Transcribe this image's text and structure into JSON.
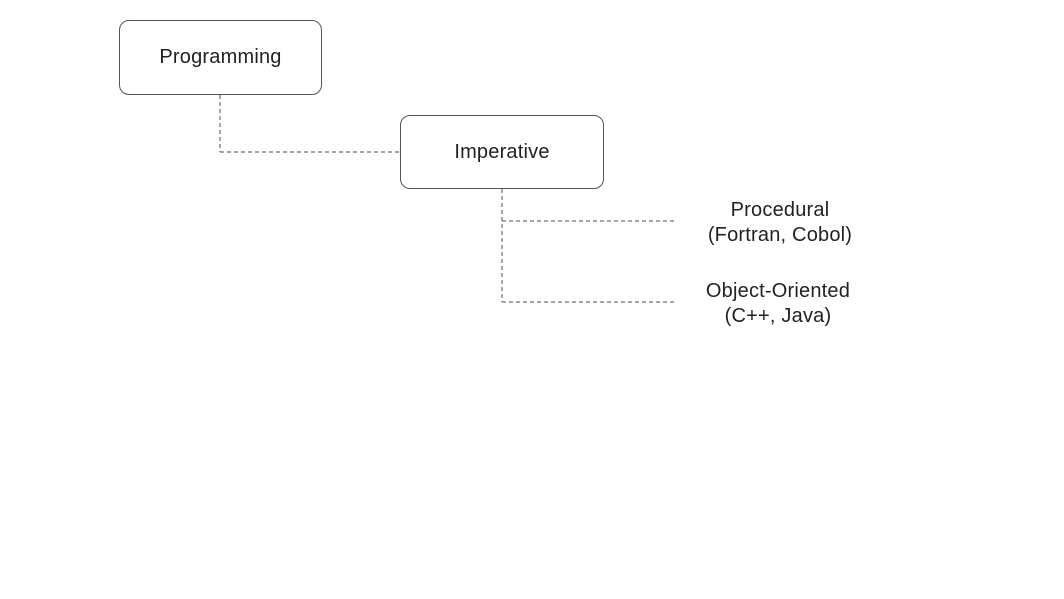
{
  "diagram": {
    "root": {
      "label": "Programming"
    },
    "child": {
      "label": "Imperative"
    },
    "leaves": [
      {
        "name": "Procedural",
        "examples": "(Fortran, Cobol)"
      },
      {
        "name": "Object-Oriented",
        "examples": "(C++, Java)"
      }
    ],
    "colors": {
      "node_border": "#555555",
      "connector": "#6f6f6f",
      "text": "#222222",
      "background": "#ffffff"
    }
  }
}
